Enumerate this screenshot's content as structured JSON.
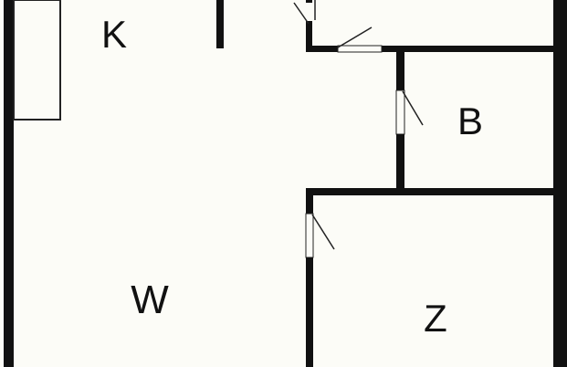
{
  "floorplan": {
    "rooms": [
      {
        "id": "kitchen",
        "label": "K"
      },
      {
        "id": "bathroom",
        "label": "B"
      },
      {
        "id": "living",
        "label": "W"
      },
      {
        "id": "bedroom",
        "label": "Z"
      }
    ]
  },
  "colors": {
    "wall": "#111111",
    "background": "#fcfcf7",
    "fixture_line": "#222222"
  }
}
